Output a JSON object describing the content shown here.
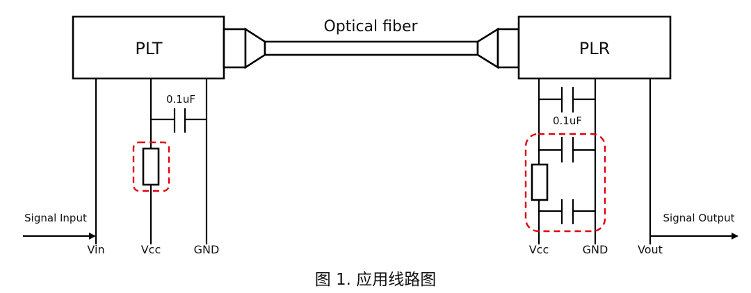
{
  "diagram": {
    "transmitter_label": "PLT",
    "receiver_label": "PLR",
    "fiber_label": "Optical fiber",
    "left_cap_label": "0.1uF",
    "right_cap_label": "0.1uF",
    "signal_input_label": "Signal Input",
    "signal_output_label": "Signal Output",
    "left_pins": [
      "Vin",
      "Vcc",
      "GND"
    ],
    "right_pins": [
      "Vcc",
      "GND",
      "Vout"
    ],
    "highlight_color": "#e0000b"
  },
  "caption": "图 1. 应用线路图"
}
